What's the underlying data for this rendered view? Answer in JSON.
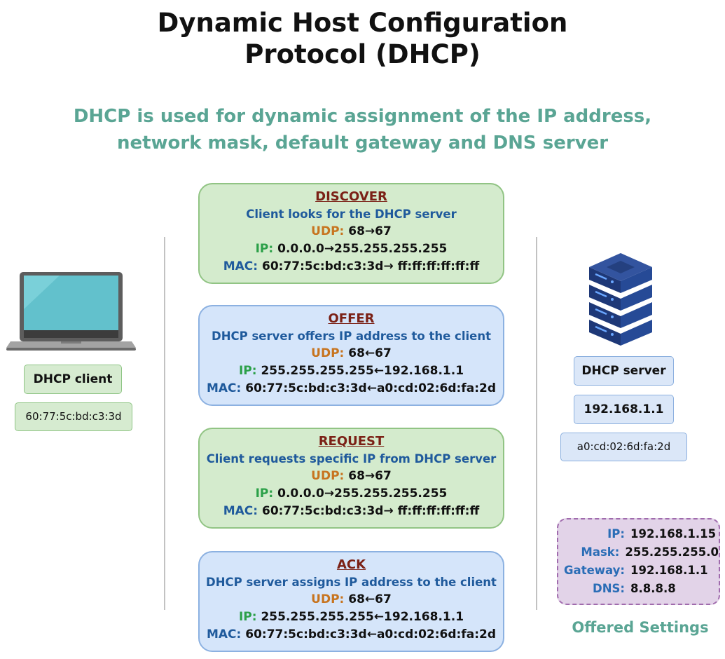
{
  "title": {
    "line1": "Dynamic Host Configuration",
    "line2": "Protocol (DHCP)"
  },
  "subtitle": {
    "line1": "DHCP is used for dynamic assignment of the IP address,",
    "line2": "network mask, default gateway and DNS server"
  },
  "client": {
    "label": "DHCP client",
    "mac": "60:77:5c:bd:c3:3d",
    "icon": "laptop-icon"
  },
  "server": {
    "label": "DHCP server",
    "ip": "192.168.1.1",
    "mac": "a0:cd:02:6d:fa:2d",
    "icon": "server-rack-icon"
  },
  "labels": {
    "udp": "UDP:",
    "ip": "IP:",
    "mac": "MAC:"
  },
  "messages": [
    {
      "name": "DISCOVER",
      "description": "Client looks for the DHCP server",
      "udp": "68→67",
      "ip": "0.0.0.0→255.255.255.255",
      "mac": "60:77:5c:bd:c3:3d→ ff:ff:ff:ff:ff:ff",
      "color": "#d4ebcd"
    },
    {
      "name": "OFFER",
      "description": "DHCP server offers IP address to the client",
      "udp": "68←67",
      "ip": " 255.255.255.255←192.168.1.1",
      "mac": "60:77:5c:bd:c3:3d←a0:cd:02:6d:fa:2d",
      "color": "#d5e5fa"
    },
    {
      "name": "REQUEST",
      "description": "Client requests specific IP from DHCP server",
      "udp": "68→67",
      "ip": "0.0.0.0→255.255.255.255",
      "mac": "60:77:5c:bd:c3:3d→ ff:ff:ff:ff:ff:ff",
      "color": "#d4ebcd"
    },
    {
      "name": "ACK",
      "description": "DHCP server assigns IP address to the client",
      "udp": "68←67",
      "ip": " 255.255.255.255←192.168.1.1",
      "mac": "60:77:5c:bd:c3:3d←a0:cd:02:6d:fa:2d",
      "color": "#d5e5fa"
    }
  ],
  "settings": {
    "items": [
      {
        "key": "IP:",
        "value": "192.168.1.15"
      },
      {
        "key": "Mask:",
        "value": "255.255.255.0"
      },
      {
        "key": "Gateway:",
        "value": "192.168.1.1"
      },
      {
        "key": "DNS:",
        "value": "8.8.8.8"
      }
    ],
    "caption": "Offered Settings",
    "color": "#e2d3e8"
  }
}
